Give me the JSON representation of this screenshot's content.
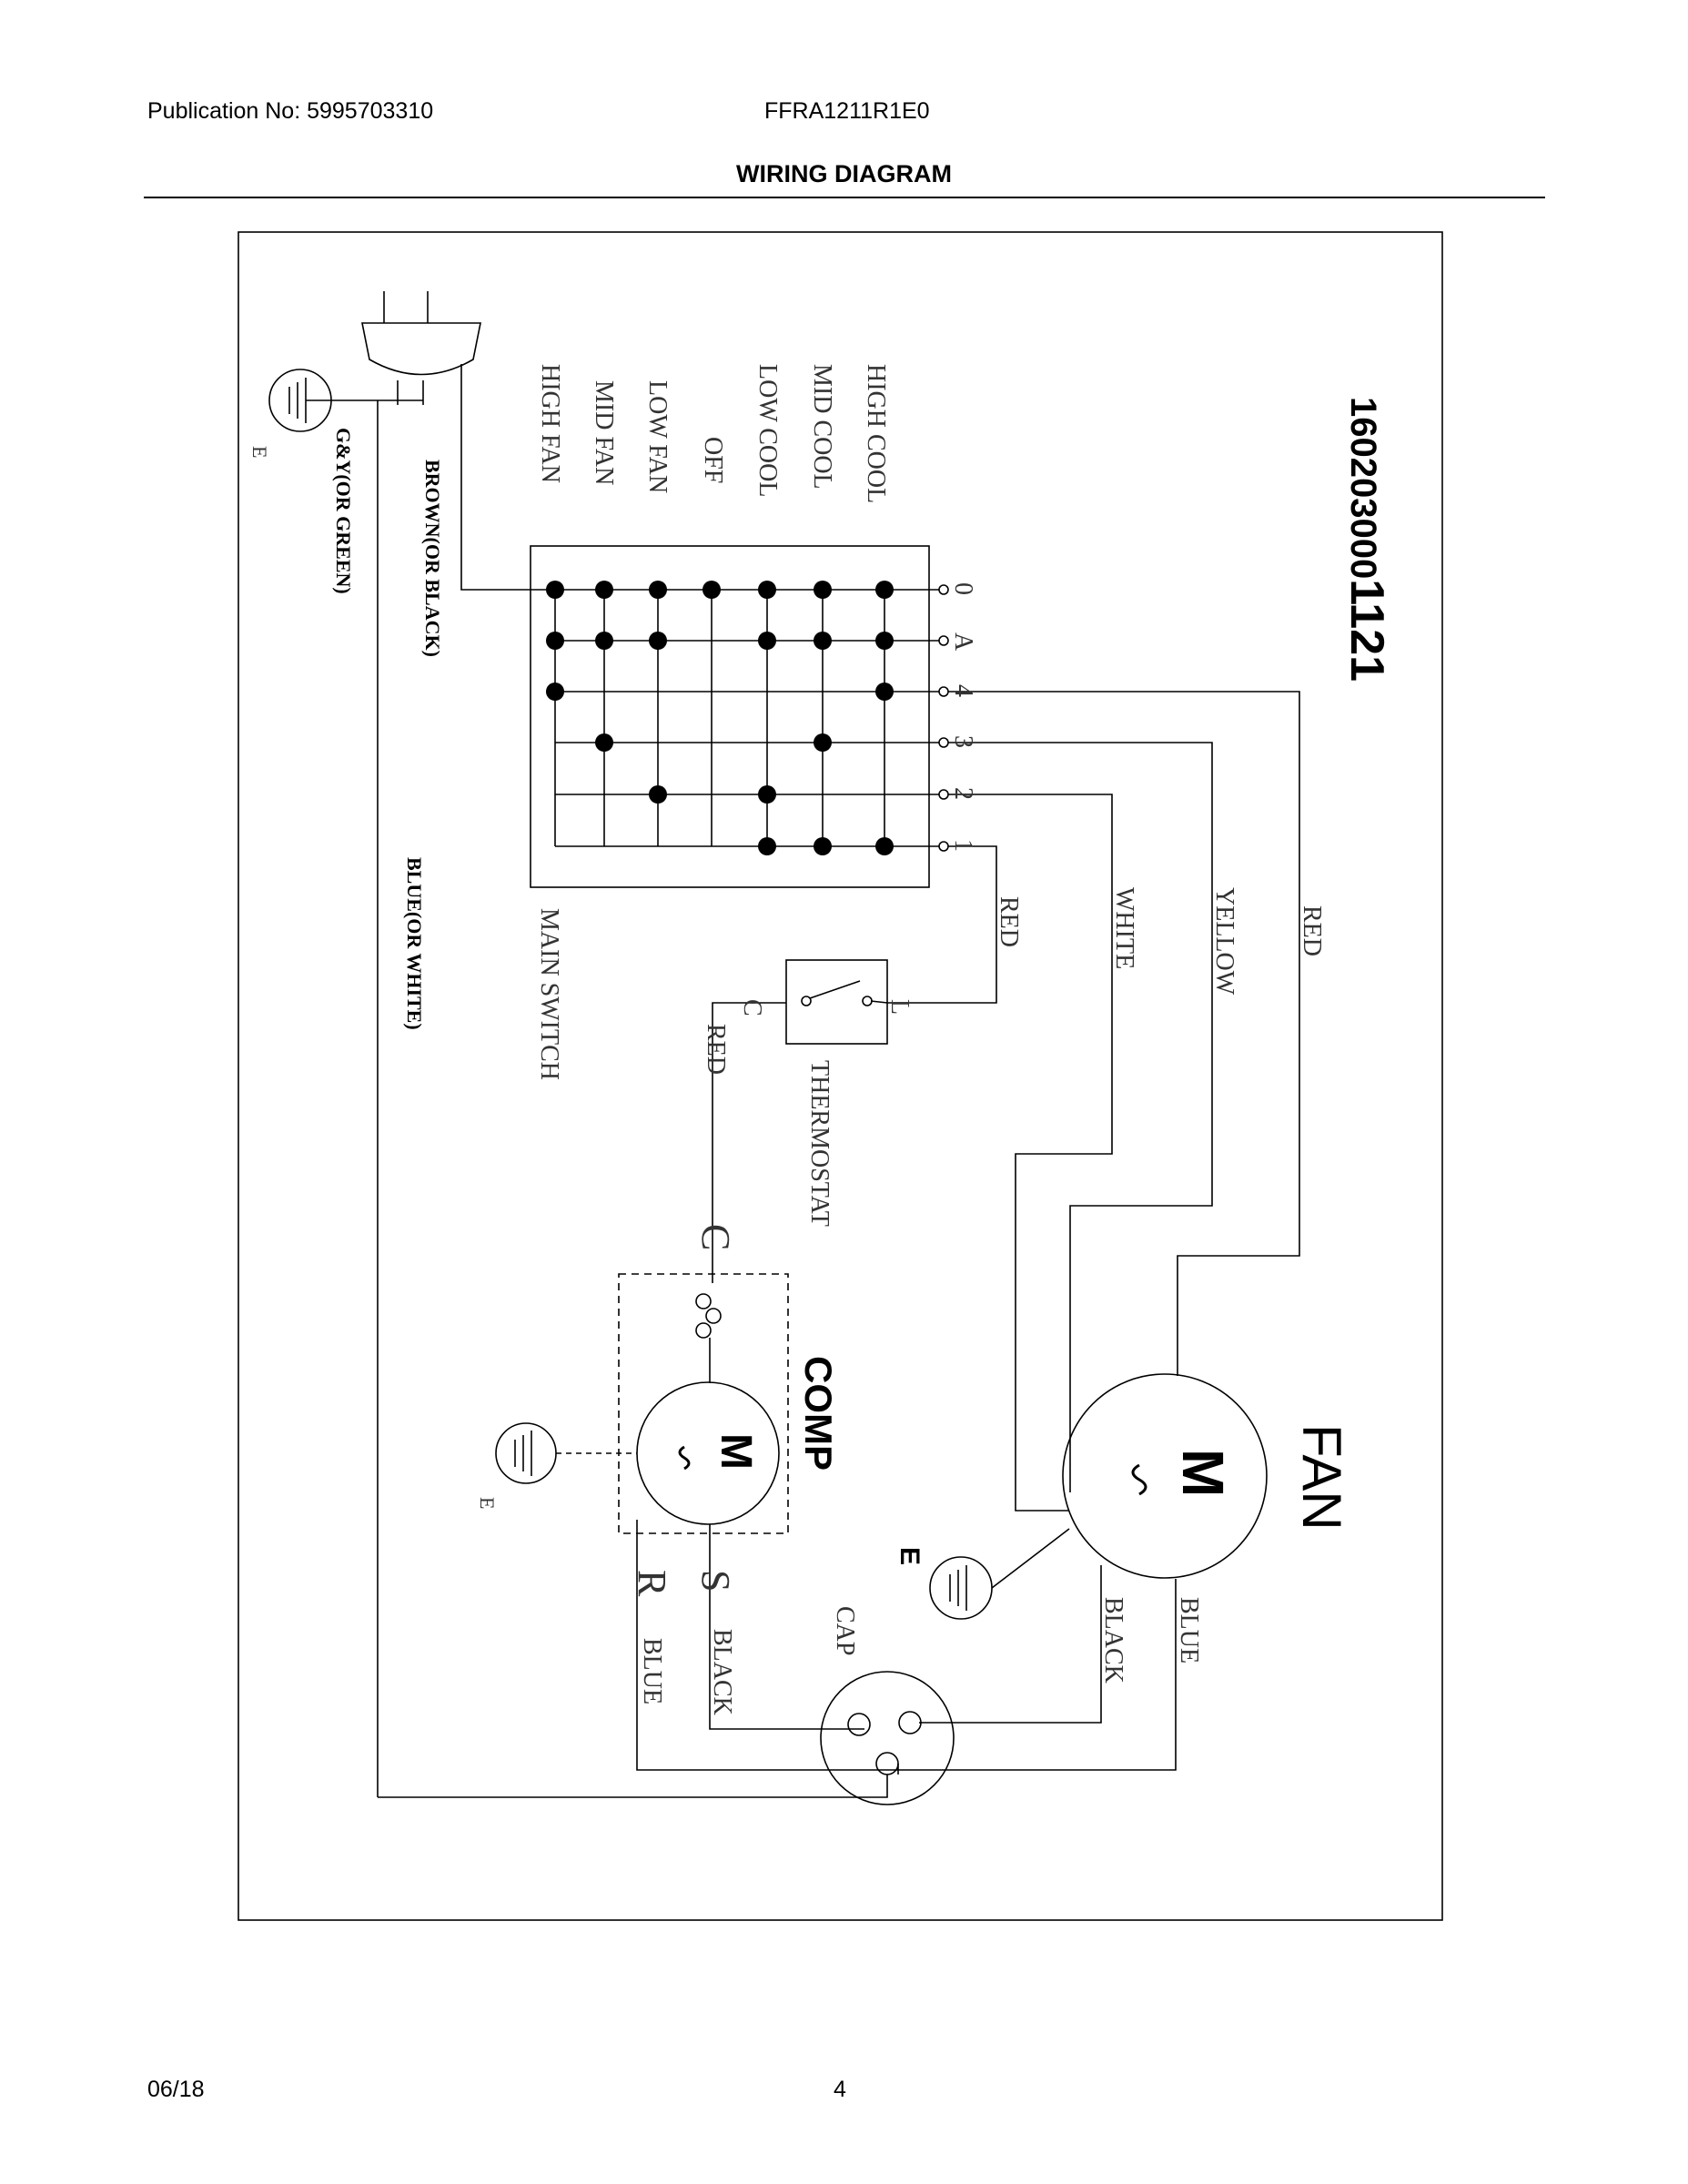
{
  "header": {
    "publication": "Publication No: 5995703310",
    "model": "FFRA1211R1E0",
    "title": "WIRING DIAGRAM"
  },
  "footer": {
    "date": "06/18",
    "page": "4"
  },
  "diagram": {
    "part_number_prefix": "160203000",
    "part_number_suffix": "1121",
    "modes": [
      "HIGH COOL",
      "MID COOL",
      "LOW COOL",
      "OFF",
      "LOW FAN",
      "MID FAN",
      "HIGH FAN"
    ],
    "terminals": [
      "0",
      "A",
      "4",
      "3",
      "2",
      "1"
    ],
    "main_switch": "MAIN SWITCH",
    "thermostat": "THERMOSTAT",
    "thermostat_c": "C",
    "thermostat_l": "L",
    "comp_label": "COMP",
    "fan_label": "FAN",
    "cap_label": "CAP",
    "motor_symbol": "M",
    "ground_e": "E",
    "comp_c": "C",
    "comp_s": "S",
    "comp_r": "R",
    "wires": {
      "brown": "BROWN(OR BLACK)",
      "gy": "G&Y(OR GREEN)",
      "blue_white": "BLUE(OR WHITE)",
      "red1": "RED",
      "red2": "RED",
      "red3": "RED",
      "white": "WHITE",
      "yellow": "YELLOW",
      "blue_comp": "BLUE",
      "black_comp": "BLACK",
      "black_fan": "BLACK",
      "blue_fan": "BLUE"
    }
  }
}
